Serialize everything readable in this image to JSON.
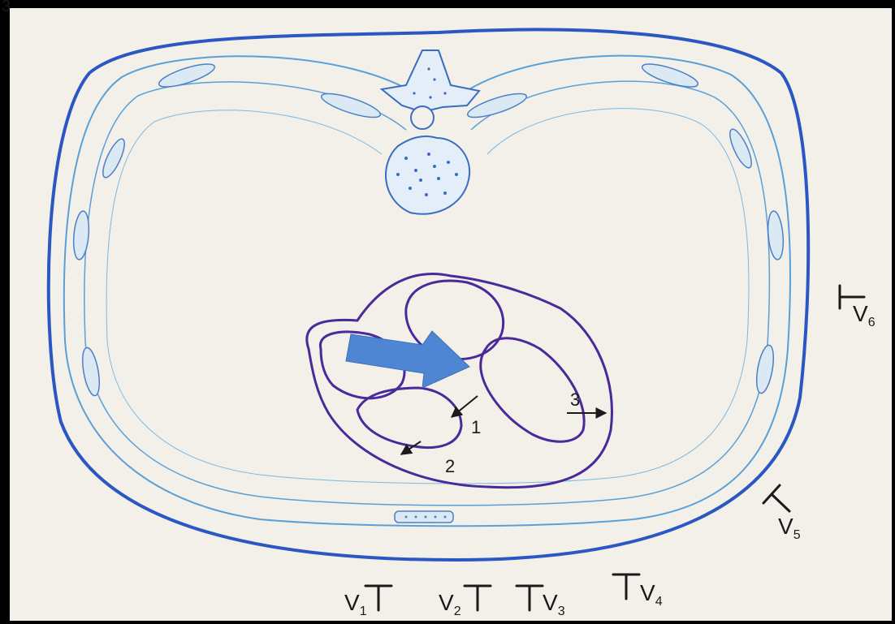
{
  "figure": {
    "corner_mark": "3",
    "colors": {
      "background": "#000000",
      "paper": "#f2f0e8",
      "thorax_outline": "#2b57c4",
      "rib_line": "#5aa0d8",
      "heart_outline": "#4a2a9a",
      "arrow_fill": "#4f86d4",
      "ink": "#1a1a1a"
    },
    "structures": {
      "thorax": "thorax-outline",
      "spine": "vertebra-icon",
      "sternum": "sternum-icon",
      "heart": "heart-cross-section",
      "big_arrow": "depolarization-arrow-icon"
    },
    "vector_labels": [
      "1",
      "2",
      "3"
    ],
    "leads": [
      {
        "id": "v1",
        "base": "V",
        "sub": "1"
      },
      {
        "id": "v2",
        "base": "V",
        "sub": "2"
      },
      {
        "id": "v3",
        "base": "V",
        "sub": "3"
      },
      {
        "id": "v4",
        "base": "V",
        "sub": "4"
      },
      {
        "id": "v5",
        "base": "V",
        "sub": "5"
      },
      {
        "id": "v6",
        "base": "V",
        "sub": "6"
      }
    ]
  }
}
